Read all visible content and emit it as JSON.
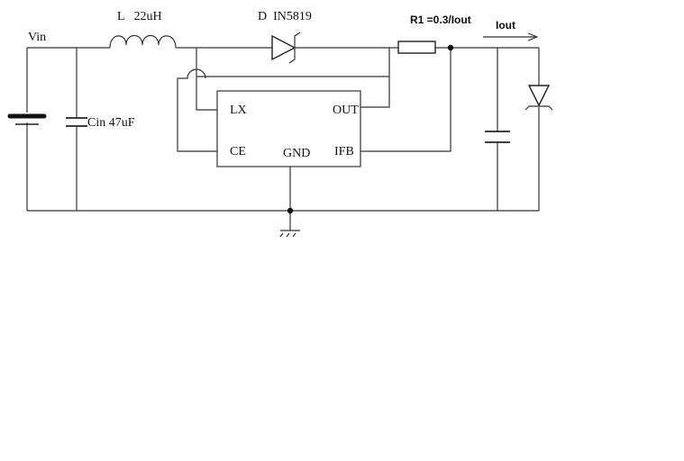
{
  "labels": {
    "vin": "Vin",
    "inductor": "L   22uH",
    "diode": "D  IN5819",
    "resistor": "R1 =0.3/Iout",
    "iout": "Iout",
    "cin": "Cin 47uF"
  },
  "ic": {
    "lx": "LX",
    "out": "OUT",
    "ce": "CE",
    "gnd": "GND",
    "ifb": "IFB"
  }
}
